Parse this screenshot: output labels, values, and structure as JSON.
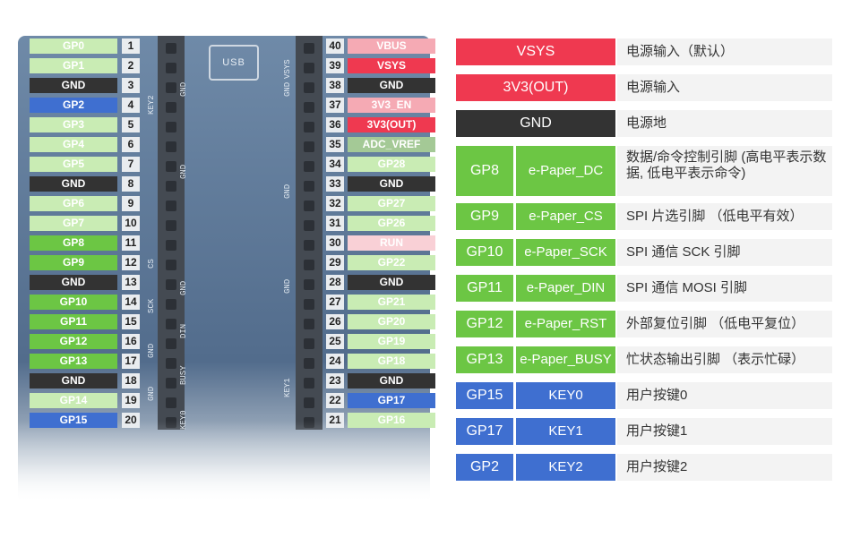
{
  "colors": {
    "gpio_light": "#c9ecb4",
    "gpio_used": "#6cc644",
    "ground": "#333333",
    "key_blue": "#3f6fd0",
    "power_red": "#ef3950",
    "power_pink": "#f5aab4",
    "run_pink": "#f9d0d6",
    "adc": "#a4c996",
    "table_desc_bg": "#f3f3f3"
  },
  "board": {
    "usb_label": "USB",
    "silk_left": [
      "GND",
      "KEY2",
      "GND",
      "CS",
      "GND",
      "SCK",
      "DIN",
      "GND",
      "BUSY",
      "GND",
      "KEY0"
    ],
    "silk_right": [
      "VSYS",
      "GND",
      "GND",
      "GND",
      "KEY1"
    ]
  },
  "left_pins": [
    {
      "label": "GP0",
      "num": "1",
      "kind": "gpio_light"
    },
    {
      "label": "GP1",
      "num": "2",
      "kind": "gpio_light"
    },
    {
      "label": "GND",
      "num": "3",
      "kind": "ground"
    },
    {
      "label": "GP2",
      "num": "4",
      "kind": "key_blue"
    },
    {
      "label": "GP3",
      "num": "5",
      "kind": "gpio_light"
    },
    {
      "label": "GP4",
      "num": "6",
      "kind": "gpio_light"
    },
    {
      "label": "GP5",
      "num": "7",
      "kind": "gpio_light"
    },
    {
      "label": "GND",
      "num": "8",
      "kind": "ground"
    },
    {
      "label": "GP6",
      "num": "9",
      "kind": "gpio_light"
    },
    {
      "label": "GP7",
      "num": "10",
      "kind": "gpio_light"
    },
    {
      "label": "GP8",
      "num": "11",
      "kind": "gpio_used"
    },
    {
      "label": "GP9",
      "num": "12",
      "kind": "gpio_used"
    },
    {
      "label": "GND",
      "num": "13",
      "kind": "ground"
    },
    {
      "label": "GP10",
      "num": "14",
      "kind": "gpio_used"
    },
    {
      "label": "GP11",
      "num": "15",
      "kind": "gpio_used"
    },
    {
      "label": "GP12",
      "num": "16",
      "kind": "gpio_used"
    },
    {
      "label": "GP13",
      "num": "17",
      "kind": "gpio_used"
    },
    {
      "label": "GND",
      "num": "18",
      "kind": "ground"
    },
    {
      "label": "GP14",
      "num": "19",
      "kind": "gpio_light"
    },
    {
      "label": "GP15",
      "num": "20",
      "kind": "key_blue"
    }
  ],
  "right_pins": [
    {
      "label": "VBUS",
      "num": "40",
      "kind": "power_pink"
    },
    {
      "label": "VSYS",
      "num": "39",
      "kind": "power_red"
    },
    {
      "label": "GND",
      "num": "38",
      "kind": "ground"
    },
    {
      "label": "3V3_EN",
      "num": "37",
      "kind": "power_pink"
    },
    {
      "label": "3V3(OUT)",
      "num": "36",
      "kind": "power_red"
    },
    {
      "label": "ADC_VREF",
      "num": "35",
      "kind": "adc"
    },
    {
      "label": "GP28",
      "num": "34",
      "kind": "gpio_light"
    },
    {
      "label": "GND",
      "num": "33",
      "kind": "ground"
    },
    {
      "label": "GP27",
      "num": "32",
      "kind": "gpio_light"
    },
    {
      "label": "GP26",
      "num": "31",
      "kind": "gpio_light"
    },
    {
      "label": "RUN",
      "num": "30",
      "kind": "run_pink"
    },
    {
      "label": "GP22",
      "num": "29",
      "kind": "gpio_light"
    },
    {
      "label": "GND",
      "num": "28",
      "kind": "ground"
    },
    {
      "label": "GP21",
      "num": "27",
      "kind": "gpio_light"
    },
    {
      "label": "GP20",
      "num": "26",
      "kind": "gpio_light"
    },
    {
      "label": "GP19",
      "num": "25",
      "kind": "gpio_light"
    },
    {
      "label": "GP18",
      "num": "24",
      "kind": "gpio_light"
    },
    {
      "label": "GND",
      "num": "23",
      "kind": "ground"
    },
    {
      "label": "GP17",
      "num": "22",
      "kind": "key_blue"
    },
    {
      "label": "GP16",
      "num": "21",
      "kind": "gpio_light"
    }
  ],
  "table": [
    {
      "pin": "VSYS",
      "func": "",
      "desc": "电源输入（默认）",
      "kind": "power_red"
    },
    {
      "pin": "3V3(OUT)",
      "func": "",
      "desc": "电源输入",
      "kind": "power_red"
    },
    {
      "pin": "GND",
      "func": "",
      "desc": "电源地",
      "kind": "ground"
    },
    {
      "pin": "GP8",
      "func": "e-Paper_DC",
      "desc": "数据/命令控制引脚 (高电平表示数据, 低电平表示命令)",
      "kind": "gpio_used",
      "two_line": true
    },
    {
      "pin": "GP9",
      "func": "e-Paper_CS",
      "desc": "SPI 片选引脚 （低电平有效）",
      "kind": "gpio_used"
    },
    {
      "pin": "GP10",
      "func": "e-Paper_SCK",
      "desc": "SPI 通信 SCK 引脚",
      "kind": "gpio_used"
    },
    {
      "pin": "GP11",
      "func": "e-Paper_DIN",
      "desc": "SPI 通信 MOSI 引脚",
      "kind": "gpio_used"
    },
    {
      "pin": "GP12",
      "func": "e-Paper_RST",
      "desc": "外部复位引脚 （低电平复位）",
      "kind": "gpio_used"
    },
    {
      "pin": "GP13",
      "func": "e-Paper_BUSY",
      "desc": "忙状态输出引脚 （表示忙碌）",
      "kind": "gpio_used"
    },
    {
      "pin": "GP15",
      "func": "KEY0",
      "desc": "用户按键0",
      "kind": "key_blue"
    },
    {
      "pin": "GP17",
      "func": "KEY1",
      "desc": "用户按键1",
      "kind": "key_blue"
    },
    {
      "pin": "GP2",
      "func": "KEY2",
      "desc": "用户按键2",
      "kind": "key_blue"
    }
  ]
}
